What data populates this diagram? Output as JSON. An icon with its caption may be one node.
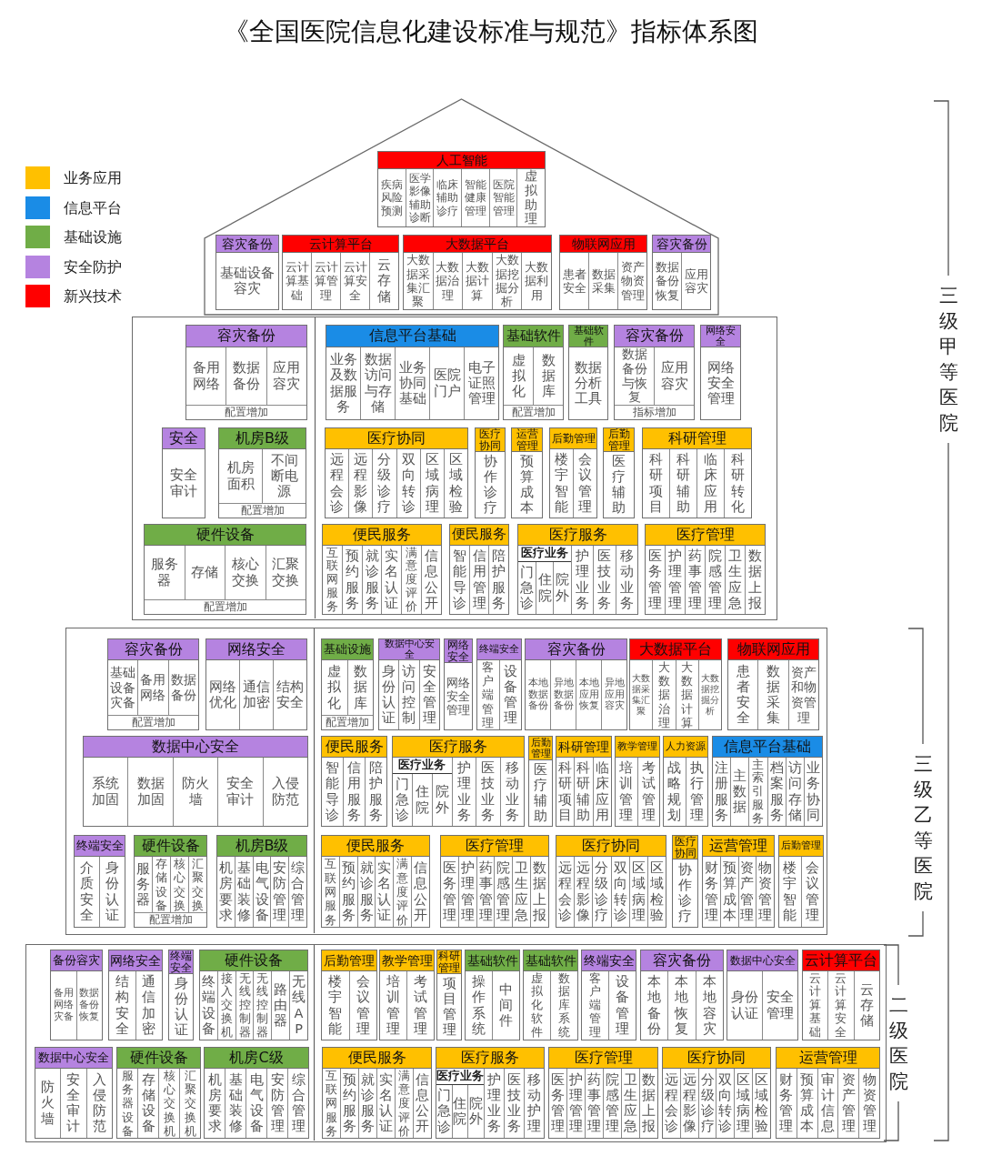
{
  "diagram": {
    "title": "《全国医院信息化建设标准与规范》指标体系图",
    "nodes": [
      {
        "text": [],
        "shape": "house"
      },
      {
        "text": [
          "人工智能"
        ],
        "in": 0
      },
      {
        "text": [
          "疾病风险预测"
        ],
        "in": 1
      },
      {
        "text": [
          "医学影像辅助诊断"
        ],
        "in": 1
      },
      {
        "text": [
          "临床辅助诊疗"
        ],
        "in": 1
      },
      {
        "text": [
          "智能健康管理"
        ],
        "in": 1
      },
      {
        "text": [
          "医院智能管理"
        ],
        "in": 1
      },
      {
        "text": [
          "虚拟助理"
        ],
        "in": 1
      },
      {
        "text": [
          "容灾备份"
        ],
        "in": 0
      },
      {
        "text": [
          "基础设备容灾"
        ],
        "in": 8
      },
      {
        "text": [
          "云计算平台"
        ],
        "in": 0
      },
      {
        "text": [
          "云计算基础"
        ],
        "in": 10
      },
      {
        "text": [
          "云计算管理"
        ],
        "in": 10
      },
      {
        "text": [
          "云计算安全"
        ],
        "in": 10
      },
      {
        "text": [
          "云存储"
        ],
        "in": 10
      },
      {
        "text": [
          "大数据平台"
        ],
        "in": 0
      },
      {
        "text": [
          "大数据采集汇聚"
        ],
        "in": 15
      },
      {
        "text": [
          "大数据治理"
        ],
        "in": 15
      },
      {
        "text": [
          "大数据计算"
        ],
        "in": 15
      },
      {
        "text": [
          "大数据挖掘分析"
        ],
        "in": 15
      },
      {
        "text": [
          "大数据利用"
        ],
        "in": 15
      },
      {
        "text": [
          "物联网应用"
        ],
        "in": 0
      },
      {
        "text": [
          "患者安全"
        ],
        "in": 21
      },
      {
        "text": [
          "数据采集"
        ],
        "in": 21
      },
      {
        "text": [
          "资产物资管理"
        ],
        "in": 21
      },
      {
        "text": [
          "容灾备份"
        ],
        "in": 0
      },
      {
        "text": [
          "数据备份恢复"
        ],
        "in": 25
      },
      {
        "text": [
          "应用容灾"
        ],
        "in": 25
      },
      {
        "text": [],
        "shape": "box"
      },
      {
        "text": [
          "容灾备份",
          "配置增加"
        ],
        "in": 28
      },
      {
        "text": [
          "备用网络"
        ],
        "in": 29
      },
      {
        "text": [
          "数据备份"
        ],
        "in": 29
      },
      {
        "text": [
          "应用容灾"
        ],
        "in": 29
      },
      {
        "text": [
          "信息平台基础"
        ],
        "in": 28
      },
      {
        "text": [
          "业务及数据服务"
        ],
        "in": 33
      },
      {
        "text": [
          "数据访问与存储"
        ],
        "in": 33
      },
      {
        "text": [
          "业务协同基础"
        ],
        "in": 33
      },
      {
        "text": [
          "医院门户"
        ],
        "in": 33
      },
      {
        "text": [
          "电子证照管理"
        ],
        "in": 33
      },
      {
        "text": [
          "基础软件",
          "配置增加"
        ],
        "in": 28
      },
      {
        "text": [
          "虚拟化"
        ],
        "in": 39
      },
      {
        "text": [
          "数据库"
        ],
        "in": 39
      },
      {
        "text": [
          "基础软件"
        ],
        "in": 28
      },
      {
        "text": [
          "数据分析工具"
        ],
        "in": 42
      },
      {
        "text": [
          "容灾备份",
          "指标增加"
        ],
        "in": 28
      },
      {
        "text": [
          "数据备份与恢复"
        ],
        "in": 44
      },
      {
        "text": [
          "应用容灾"
        ],
        "in": 44
      },
      {
        "text": [
          "网络安全"
        ],
        "in": 28
      },
      {
        "text": [
          "网络安全管理"
        ],
        "in": 47
      },
      {
        "text": [
          "安全"
        ],
        "in": 28
      },
      {
        "text": [
          "安全审计"
        ],
        "in": 49
      },
      {
        "text": [
          "机房B级",
          "配置增加"
        ],
        "in": 28
      },
      {
        "text": [
          "机房面积"
        ],
        "in": 51
      },
      {
        "text": [
          "不间断电源"
        ],
        "in": 51
      },
      {
        "text": [
          "医疗协同"
        ],
        "in": 28
      },
      {
        "text": [
          "远程会诊"
        ],
        "in": 54
      },
      {
        "text": [
          "远程影像"
        ],
        "in": 54
      },
      {
        "text": [
          "分级诊疗"
        ],
        "in": 54
      },
      {
        "text": [
          "双向转诊"
        ],
        "in": 54
      },
      {
        "text": [
          "区域病理"
        ],
        "in": 54
      },
      {
        "text": [
          "区域检验"
        ],
        "in": 54
      },
      {
        "text": [
          "医疗协同"
        ],
        "in": 28
      },
      {
        "text": [
          "协作诊疗"
        ],
        "in": 61
      },
      {
        "text": [
          "运营管理"
        ],
        "in": 28
      },
      {
        "text": [
          "预算成本"
        ],
        "in": 63
      },
      {
        "text": [
          "后勤管理"
        ],
        "in": 28
      },
      {
        "text": [
          "楼宇智能"
        ],
        "in": 65
      },
      {
        "text": [
          "会议管理"
        ],
        "in": 65
      },
      {
        "text": [
          "后勤管理"
        ],
        "in": 28
      },
      {
        "text": [
          "医疗辅助"
        ],
        "in": 68
      },
      {
        "text": [
          "科研管理"
        ],
        "in": 28
      },
      {
        "text": [
          "科研项目"
        ],
        "in": 70
      },
      {
        "text": [
          "科研辅助"
        ],
        "in": 70
      },
      {
        "text": [
          "临床应用"
        ],
        "in": 70
      },
      {
        "text": [
          "科研转化"
        ],
        "in": 70
      },
      {
        "text": [
          "硬件设备",
          "配置增加"
        ],
        "in": 28
      },
      {
        "text": [
          "服务器"
        ],
        "in": 75
      },
      {
        "text": [
          "存储"
        ],
        "in": 75
      },
      {
        "text": [
          "核心交换"
        ],
        "in": 75
      },
      {
        "text": [
          "汇聚交换"
        ],
        "in": 75
      },
      {
        "text": [
          "便民服务"
        ],
        "in": 28
      },
      {
        "text": [
          "互联网服务"
        ],
        "in": 80
      },
      {
        "text": [
          "预约服务"
        ],
        "in": 80
      },
      {
        "text": [
          "就诊服务"
        ],
        "in": 80
      },
      {
        "text": [
          "实名认证"
        ],
        "in": 80
      },
      {
        "text": [
          "满意度评价"
        ],
        "in": 80
      },
      {
        "text": [
          "信息公开"
        ],
        "in": 80
      },
      {
        "text": [
          "便民服务"
        ],
        "in": 28
      },
      {
        "text": [
          "智能导诊"
        ],
        "in": 87
      },
      {
        "text": [
          "信用管理"
        ],
        "in": 87
      },
      {
        "text": [
          "陪护服务"
        ],
        "in": 87
      },
      {
        "text": [
          "医疗服务"
        ],
        "in": 28
      },
      {
        "text": [
          "医疗业务"
        ],
        "in": 91
      },
      {
        "text": [
          "门急诊"
        ],
        "in": 92
      },
      {
        "text": [
          "住院"
        ],
        "in": 92
      },
      {
        "text": [
          "院外"
        ],
        "in": 92
      },
      {
        "text": [
          "护理业务"
        ],
        "in": 91
      },
      {
        "text": [
          "医技业务"
        ],
        "in": 91
      },
      {
        "text": [
          "移动业务"
        ],
        "in": 91
      },
      {
        "text": [
          "医疗管理"
        ],
        "in": 28
      },
      {
        "text": [
          "医务管理"
        ],
        "in": 99
      },
      {
        "text": [
          "护理管理"
        ],
        "in": 99
      },
      {
        "text": [
          "药事管理"
        ],
        "in": 99
      },
      {
        "text": [
          "院感管理"
        ],
        "in": 99
      },
      {
        "text": [
          "卫生应急"
        ],
        "in": 99
      },
      {
        "text": [
          "数据上报"
        ],
        "in": 99
      },
      {
        "text": [],
        "shape": "box"
      },
      {
        "text": [
          "容灾备份",
          "配置增加"
        ],
        "in": 106
      },
      {
        "text": [
          "基础设备灾备"
        ],
        "in": 107
      },
      {
        "text": [
          "备用网络"
        ],
        "in": 107
      },
      {
        "text": [
          "数据备份"
        ],
        "in": 107
      },
      {
        "text": [
          "网络安全"
        ],
        "in": 106
      },
      {
        "text": [
          "网络优化"
        ],
        "in": 111
      },
      {
        "text": [
          "通信加密"
        ],
        "in": 111
      },
      {
        "text": [
          "结构安全"
        ],
        "in": 111
      },
      {
        "text": [
          "基础设施",
          "配置增加"
        ],
        "in": 106
      },
      {
        "text": [
          "虚拟化"
        ],
        "in": 115
      },
      {
        "text": [
          "数据库"
        ],
        "in": 115
      },
      {
        "text": [
          "数据中心安全"
        ],
        "in": 106
      },
      {
        "text": [
          "身份认证"
        ],
        "in": 118
      },
      {
        "text": [
          "访问控制"
        ],
        "in": 118
      },
      {
        "text": [
          "安全管理"
        ],
        "in": 118
      },
      {
        "text": [
          "网络安全"
        ],
        "in": 106
      },
      {
        "text": [
          "网络安全管理"
        ],
        "in": 122
      },
      {
        "text": [
          "终端安全"
        ],
        "in": 106
      },
      {
        "text": [
          "客户端管理"
        ],
        "in": 124
      },
      {
        "text": [
          "设备管理"
        ],
        "in": 124
      },
      {
        "text": [
          "容灾备份"
        ],
        "in": 106
      },
      {
        "text": [
          "本地数据备份"
        ],
        "in": 127
      },
      {
        "text": [
          "异地数据备份"
        ],
        "in": 127
      },
      {
        "text": [
          "本地应用恢复"
        ],
        "in": 127
      },
      {
        "text": [
          "异地应用容灾"
        ],
        "in": 127
      },
      {
        "text": [
          "大数据平台"
        ],
        "in": 106
      },
      {
        "text": [
          "大数据采集汇聚"
        ],
        "in": 132
      },
      {
        "text": [
          "大数据治理"
        ],
        "in": 132
      },
      {
        "text": [
          "大数据计算"
        ],
        "in": 132
      },
      {
        "text": [
          "大数据挖掘分析"
        ],
        "in": 132
      },
      {
        "text": [
          "物联网应用"
        ],
        "in": 106
      },
      {
        "text": [
          "患者安全"
        ],
        "in": 137
      },
      {
        "text": [
          "数据采集"
        ],
        "in": 137
      },
      {
        "text": [
          "资产和物资管理"
        ],
        "in": 137
      },
      {
        "text": [
          "数据中心安全"
        ],
        "in": 106
      },
      {
        "text": [
          "系统加固"
        ],
        "in": 141
      },
      {
        "text": [
          "数据加固"
        ],
        "in": 141
      },
      {
        "text": [
          "防火墙"
        ],
        "in": 141
      },
      {
        "text": [
          "安全审计"
        ],
        "in": 141
      },
      {
        "text": [
          "入侵防范"
        ],
        "in": 141
      },
      {
        "text": [
          "便民服务"
        ],
        "in": 106
      },
      {
        "text": [
          "智能导诊"
        ],
        "in": 147
      },
      {
        "text": [
          "信用服务"
        ],
        "in": 147
      },
      {
        "text": [
          "陪护服务"
        ],
        "in": 147
      },
      {
        "text": [
          "医疗服务"
        ],
        "in": 106
      },
      {
        "text": [
          "医疗业务"
        ],
        "in": 151
      },
      {
        "text": [
          "门急诊"
        ],
        "in": 152
      },
      {
        "text": [
          "住院"
        ],
        "in": 152
      },
      {
        "text": [
          "院外"
        ],
        "in": 152
      },
      {
        "text": [
          "护理业务"
        ],
        "in": 151
      },
      {
        "text": [
          "医技业务"
        ],
        "in": 151
      },
      {
        "text": [
          "移动业务"
        ],
        "in": 151
      },
      {
        "text": [
          "后勤管理"
        ],
        "in": 106
      },
      {
        "text": [
          "医疗辅助"
        ],
        "in": 159
      },
      {
        "text": [
          "科研管理"
        ],
        "in": 106
      },
      {
        "text": [
          "科研项目"
        ],
        "in": 161
      },
      {
        "text": [
          "科研辅助"
        ],
        "in": 161
      },
      {
        "text": [
          "临床应用"
        ],
        "in": 161
      },
      {
        "text": [
          "教学管理"
        ],
        "in": 106
      },
      {
        "text": [
          "培训管理"
        ],
        "in": 165
      },
      {
        "text": [
          "考试管理"
        ],
        "in": 165
      },
      {
        "text": [
          "人力资源"
        ],
        "in": 106
      },
      {
        "text": [
          "战略规划"
        ],
        "in": 168
      },
      {
        "text": [
          "执行管理"
        ],
        "in": 168
      },
      {
        "text": [
          "信息平台基础"
        ],
        "in": 106
      },
      {
        "text": [
          "注册服务"
        ],
        "in": 171
      },
      {
        "text": [
          "主数据"
        ],
        "in": 171
      },
      {
        "text": [
          "主索引服务"
        ],
        "in": 171
      },
      {
        "text": [
          "档案服务"
        ],
        "in": 171
      },
      {
        "text": [
          "访问存储"
        ],
        "in": 171
      },
      {
        "text": [
          "业务协同"
        ],
        "in": 171
      },
      {
        "text": [
          "终端安全"
        ],
        "in": 106
      },
      {
        "text": [
          "介质安全"
        ],
        "in": 178
      },
      {
        "text": [
          "身份认证"
        ],
        "in": 178
      },
      {
        "text": [
          "硬件设备",
          "配置增加"
        ],
        "in": 106
      },
      {
        "text": [
          "服务器"
        ],
        "in": 181
      },
      {
        "text": [
          "存储设备"
        ],
        "in": 181
      },
      {
        "text": [
          "核心交换"
        ],
        "in": 181
      },
      {
        "text": [
          "汇聚交换"
        ],
        "in": 181
      },
      {
        "text": [
          "机房B级"
        ],
        "in": 106
      },
      {
        "text": [
          "机房要求"
        ],
        "in": 186
      },
      {
        "text": [
          "基础装修"
        ],
        "in": 186
      },
      {
        "text": [
          "电气设备"
        ],
        "in": 186
      },
      {
        "text": [
          "安防管理"
        ],
        "in": 186
      },
      {
        "text": [
          "综合管理"
        ],
        "in": 186
      },
      {
        "text": [
          "便民服务"
        ],
        "in": 106
      },
      {
        "text": [
          "互联网服务"
        ],
        "in": 192
      },
      {
        "text": [
          "预约服务"
        ],
        "in": 192
      },
      {
        "text": [
          "就诊服务"
        ],
        "in": 192
      },
      {
        "text": [
          "实名认证"
        ],
        "in": 192
      },
      {
        "text": [
          "满意度评价"
        ],
        "in": 192
      },
      {
        "text": [
          "信息公开"
        ],
        "in": 192
      },
      {
        "text": [
          "医疗管理"
        ],
        "in": 106
      },
      {
        "text": [
          "医务管理"
        ],
        "in": 199
      },
      {
        "text": [
          "护理管理"
        ],
        "in": 199
      },
      {
        "text": [
          "药事管理"
        ],
        "in": 199
      },
      {
        "text": [
          "院感管理"
        ],
        "in": 199
      },
      {
        "text": [
          "卫生应急"
        ],
        "in": 199
      },
      {
        "text": [
          "数据上报"
        ],
        "in": 199
      },
      {
        "text": [
          "医疗协同"
        ],
        "in": 106
      },
      {
        "text": [
          "远程会诊"
        ],
        "in": 206
      },
      {
        "text": [
          "远程影像"
        ],
        "in": 206
      },
      {
        "text": [
          "分级诊疗"
        ],
        "in": 206
      },
      {
        "text": [
          "双向转诊"
        ],
        "in": 206
      },
      {
        "text": [
          "区域病理"
        ],
        "in": 206
      },
      {
        "text": [
          "区域检验"
        ],
        "in": 206
      },
      {
        "text": [
          "医疗协同"
        ],
        "in": 106
      },
      {
        "text": [
          "协作诊疗"
        ],
        "in": 213
      },
      {
        "text": [
          "运营管理"
        ],
        "in": 106
      },
      {
        "text": [
          "财务管理"
        ],
        "in": 215
      },
      {
        "text": [
          "预算成本"
        ],
        "in": 215
      },
      {
        "text": [
          "资产管理"
        ],
        "in": 215
      },
      {
        "text": [
          "物资管理"
        ],
        "in": 215
      },
      {
        "text": [
          "后勤管理"
        ],
        "in": 106
      },
      {
        "text": [
          "楼宇智能"
        ],
        "in": 220
      },
      {
        "text": [
          "会议管理"
        ],
        "in": 220
      },
      {
        "text": [],
        "shape": "box"
      },
      {
        "text": [
          "备份容灾"
        ],
        "in": 223
      },
      {
        "text": [
          "备用网络灾备"
        ],
        "in": 224
      },
      {
        "text": [
          "数据备份恢复"
        ],
        "in": 224
      },
      {
        "text": [
          "网络安全"
        ],
        "in": 223
      },
      {
        "text": [
          "结构安全"
        ],
        "in": 227
      },
      {
        "text": [
          "通信加密"
        ],
        "in": 227
      },
      {
        "text": [
          "终端安全"
        ],
        "in": 223
      },
      {
        "text": [
          "身份认证"
        ],
        "in": 230
      },
      {
        "text": [
          "硬件设备"
        ],
        "in": 223
      },
      {
        "text": [
          "终端设备"
        ],
        "in": 232
      },
      {
        "text": [
          "接入交换机"
        ],
        "in": 232
      },
      {
        "text": [
          "无线控制器"
        ],
        "in": 232
      },
      {
        "text": [
          "无线控制器"
        ],
        "in": 232
      },
      {
        "text": [
          "路由器"
        ],
        "in": 232
      },
      {
        "text": [
          "无线AP"
        ],
        "in": 232
      },
      {
        "text": [
          "后勤管理"
        ],
        "in": 223
      },
      {
        "text": [
          "楼宇智能"
        ],
        "in": 239
      },
      {
        "text": [
          "会议管理"
        ],
        "in": 239
      },
      {
        "text": [
          "教学管理"
        ],
        "in": 223
      },
      {
        "text": [
          "培训管理"
        ],
        "in": 242
      },
      {
        "text": [
          "考试管理"
        ],
        "in": 242
      },
      {
        "text": [
          "科研管理"
        ],
        "in": 223
      },
      {
        "text": [
          "项目管理"
        ],
        "in": 245
      },
      {
        "text": [
          "基础软件"
        ],
        "in": 223
      },
      {
        "text": [
          "操作系统"
        ],
        "in": 247
      },
      {
        "text": [
          "中间件"
        ],
        "in": 247
      },
      {
        "text": [
          "基础软件"
        ],
        "in": 223
      },
      {
        "text": [
          "虚拟化软件"
        ],
        "in": 250
      },
      {
        "text": [
          "数据库系统"
        ],
        "in": 250
      },
      {
        "text": [
          "终端安全"
        ],
        "in": 223
      },
      {
        "text": [
          "客户端管理"
        ],
        "in": 253
      },
      {
        "text": [
          "设备管理"
        ],
        "in": 253
      },
      {
        "text": [
          "容灾备份"
        ],
        "in": 223
      },
      {
        "text": [
          "本地备份"
        ],
        "in": 256
      },
      {
        "text": [
          "本地恢复"
        ],
        "in": 256
      },
      {
        "text": [
          "本地容灾"
        ],
        "in": 256
      },
      {
        "text": [
          "数据中心安全"
        ],
        "in": 223
      },
      {
        "text": [
          "身份认证"
        ],
        "in": 260
      },
      {
        "text": [
          "安全管理"
        ],
        "in": 260
      },
      {
        "text": [
          "云计算平台"
        ],
        "in": 223
      },
      {
        "text": [
          "云计算基础"
        ],
        "in": 263
      },
      {
        "text": [
          "云计算安全"
        ],
        "in": 263
      },
      {
        "text": [
          "云存储"
        ],
        "in": 263
      },
      {
        "text": [
          "数据中心安全"
        ],
        "in": 223
      },
      {
        "text": [
          "防火墙"
        ],
        "in": 267
      },
      {
        "text": [
          "安全审计"
        ],
        "in": 267
      },
      {
        "text": [
          "入侵防范"
        ],
        "in": 267
      },
      {
        "text": [
          "硬件设备"
        ],
        "in": 223
      },
      {
        "text": [
          "服务器设备"
        ],
        "in": 271
      },
      {
        "text": [
          "存储设备"
        ],
        "in": 271
      },
      {
        "text": [
          "核心交换机"
        ],
        "in": 271
      },
      {
        "text": [
          "汇聚交换机"
        ],
        "in": 271
      },
      {
        "text": [
          "机房C级"
        ],
        "in": 223
      },
      {
        "text": [
          "机房要求"
        ],
        "in": 276
      },
      {
        "text": [
          "基础装修"
        ],
        "in": 276
      },
      {
        "text": [
          "电气设备"
        ],
        "in": 276
      },
      {
        "text": [
          "安防管理"
        ],
        "in": 276
      },
      {
        "text": [
          "综合管理"
        ],
        "in": 276
      },
      {
        "text": [
          "便民服务"
        ],
        "in": 223
      },
      {
        "text": [
          "互联网服务"
        ],
        "in": 282
      },
      {
        "text": [
          "预约服务"
        ],
        "in": 282
      },
      {
        "text": [
          "就诊服务"
        ],
        "in": 282
      },
      {
        "text": [
          "实名认证"
        ],
        "in": 282
      },
      {
        "text": [
          "满意度评价"
        ],
        "in": 282
      },
      {
        "text": [
          "信息公开"
        ],
        "in": 282
      },
      {
        "text": [
          "医疗服务"
        ],
        "in": 223
      },
      {
        "text": [
          "医疗业务"
        ],
        "in": 289
      },
      {
        "text": [
          "门急诊"
        ],
        "in": 290
      },
      {
        "text": [
          "住院"
        ],
        "in": 290
      },
      {
        "text": [
          "院外"
        ],
        "in": 290
      },
      {
        "text": [
          "护理业务"
        ],
        "in": 289
      },
      {
        "text": [
          "医技业务"
        ],
        "in": 289
      },
      {
        "text": [
          "移动护理"
        ],
        "in": 289
      },
      {
        "text": [
          "医疗管理"
        ],
        "in": 223
      },
      {
        "text": [
          "医务管理"
        ],
        "in": 297
      },
      {
        "text": [
          "护理管理"
        ],
        "in": 297
      },
      {
        "text": [
          "药事管理"
        ],
        "in": 297
      },
      {
        "text": [
          "院感管理"
        ],
        "in": 297
      },
      {
        "text": [
          "卫生应急"
        ],
        "in": 297
      },
      {
        "text": [
          "数据上报"
        ],
        "in": 297
      },
      {
        "text": [
          "医疗协同"
        ],
        "in": 223
      },
      {
        "text": [
          "远程会诊"
        ],
        "in": 304
      },
      {
        "text": [
          "远程影像"
        ],
        "in": 304
      },
      {
        "text": [
          "分级诊疗"
        ],
        "in": 304
      },
      {
        "text": [
          "双向转诊"
        ],
        "in": 304
      },
      {
        "text": [
          "区域病理"
        ],
        "in": 304
      },
      {
        "text": [
          "区域检验"
        ],
        "in": 304
      },
      {
        "text": [
          "运营管理"
        ],
        "in": 223
      },
      {
        "text": [
          "财务管理"
        ],
        "in": 311
      },
      {
        "text": [
          "预算成本"
        ],
        "in": 311
      },
      {
        "text": [
          "审计信息"
        ],
        "in": 311
      },
      {
        "text": [
          "资产管理"
        ],
        "in": 311
      },
      {
        "text": [
          "物资管理"
        ],
        "in": 311
      }
    ],
    "labels": [
      "三级甲等医院",
      "三级乙等医院",
      "二级医院"
    ],
    "legend": [
      {
        "text": "业务应用",
        "color": "#ffc000"
      },
      {
        "text": "信息平台",
        "color": "#1a8ce6"
      },
      {
        "text": "基础设施",
        "color": "#70ad47"
      },
      {
        "text": "安全防护",
        "color": "#b583e0"
      },
      {
        "text": "新兴技术",
        "color": "#ff0000"
      }
    ]
  }
}
